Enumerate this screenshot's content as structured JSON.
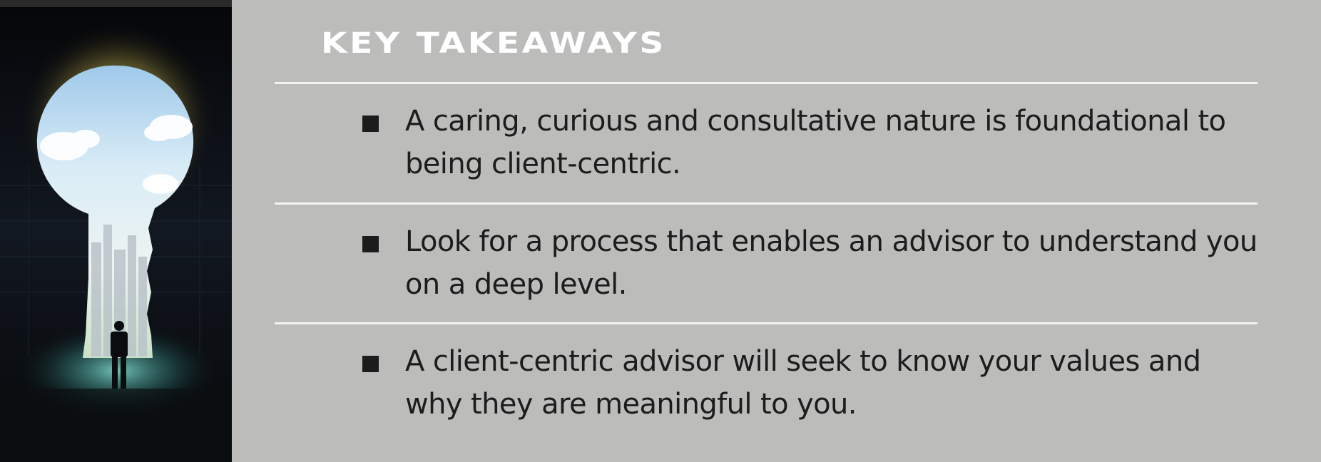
{
  "heading": "KEY TAKEAWAYS",
  "takeaways": [
    {
      "text": "A caring, curious and consultative nature is foundational to being client-centric."
    },
    {
      "text": "Look for a process that enables an advisor to understand you on a deep level."
    },
    {
      "text": "A client-centric advisor will seek to know your values and why they are meaningful to you."
    }
  ],
  "colors": {
    "panel_background": "#bcbcba",
    "heading": "#ffffff",
    "body_text": "#1c1c1c",
    "rules": "#f4f4f2",
    "image_background": "#0b0d12"
  },
  "image": {
    "description_icon": "keyhole-doorway-illustration"
  }
}
